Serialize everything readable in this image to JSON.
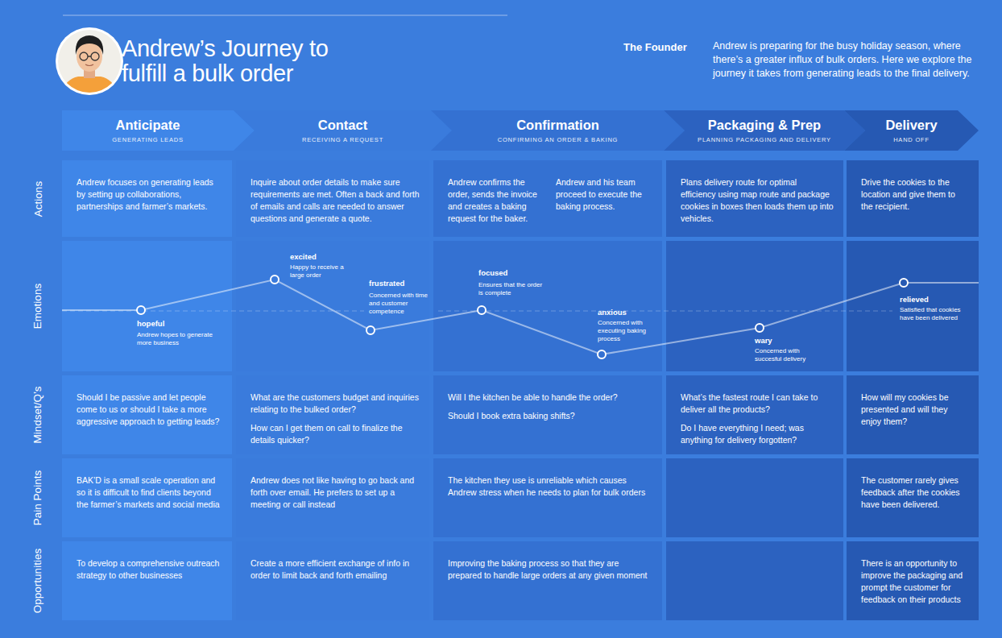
{
  "diagram": {
    "title": "Andrew’s Journey to fulfill a bulk order",
    "nodes": [
      {
        "text": [
          "Anticipate",
          "GENERATING LEADS"
        ]
      },
      {
        "text": [
          "Contact",
          "RECEIVING A REQUEST"
        ]
      },
      {
        "text": [
          "Confirmation",
          "CONFIRMING AN ORDER & BAKING"
        ]
      },
      {
        "text": [
          "Packaging & Prep",
          "PLANNING PACKAGING AND DELIVERY"
        ]
      },
      {
        "text": [
          "Delivery",
          "HAND OFF"
        ]
      },
      {
        "text": [
          "Andrew focuses on generating leads by setting up collaborations, partnerships and farmer’s markets."
        ]
      },
      {
        "text": [
          "Inquire about order details to make sure requirements are met. Often a back and forth of emails and calls are needed to answer questions and generate a quote."
        ]
      },
      {
        "text": [
          "Andrew confirms the order, sends the invoice and creates a baking request for the baker.",
          "Andrew and his team proceed to execute the baking process."
        ]
      },
      {
        "text": [
          "Plans delivery route for optimal efficiency using map route and package cookies in boxes then loads them up into vehicles."
        ]
      },
      {
        "text": [
          "Drive the cookies to the location and give them to the recipient."
        ]
      },
      {
        "text": [
          "hopeful",
          "Andrew hopes to generate more business"
        ]
      },
      {
        "text": [
          "excited",
          "Happy to receive a large order",
          "frustrated",
          "Concerned with time and customer competence"
        ]
      },
      {
        "text": [
          "focused",
          "Ensures that the order is complete",
          "anxious",
          "Concerned with executing baking process"
        ]
      },
      {
        "text": [
          "wary",
          "Concerned with succesful delivery"
        ]
      },
      {
        "text": [
          "relieved",
          "Satisfied that cookies have been delivered"
        ]
      },
      {
        "text": [
          "Should I be passive and let people come to us or should I take a more aggressive approach to getting leads?"
        ]
      },
      {
        "text": [
          "What are the customers budget and inquiries relating to the bulked order?",
          "How can I get them on call to finalize the details quicker?"
        ]
      },
      {
        "text": [
          "Will I the kitchen be able to handle the order?",
          "Should I book extra baking shifts?"
        ]
      },
      {
        "text": [
          "What’s the fastest route I can take to deliver all the products?",
          "Do I have everything I need; was anything for delivery forgotten?"
        ]
      },
      {
        "text": [
          "How will my cookies be presented and will they enjoy them?"
        ]
      },
      {
        "text": [
          "BAK’D is a small scale operation and so it is difficult to find clients beyond the farmer’s markets and social media"
        ]
      },
      {
        "text": [
          "Andrew does not like having to go back and forth over email. He prefers to set up a meeting or call instead"
        ]
      },
      {
        "text": [
          "The kitchen they use is unreliable which causes Andrew stress when he needs to plan for bulk orders"
        ]
      },
      {
        "text": [
          "The customer rarely gives feedback after the cookies have been delivered."
        ]
      },
      {
        "text": [
          "To develop a comprehensive outreach strategy to other businesses"
        ]
      },
      {
        "text": [
          "Create a more efficient exchange of info in order to limit back and forth emailing"
        ]
      },
      {
        "text": [
          "Improving the baking process so that they are prepared to handle large orders at any given moment"
        ]
      },
      {
        "text": [
          "There is an opportunity to improve the packaging and prompt the customer for feedback on their products"
        ]
      }
    ],
    "labels": [
      "The Founder",
      "Andrew is preparing for the busy holiday season, where there’s a greater influx of bulk orders. Here we explore the journey it takes from generating leads to the final delivery.",
      "Actions",
      "Emotions",
      "Mindset/Q’s",
      "Pain Points",
      "Opportunities"
    ]
  }
}
